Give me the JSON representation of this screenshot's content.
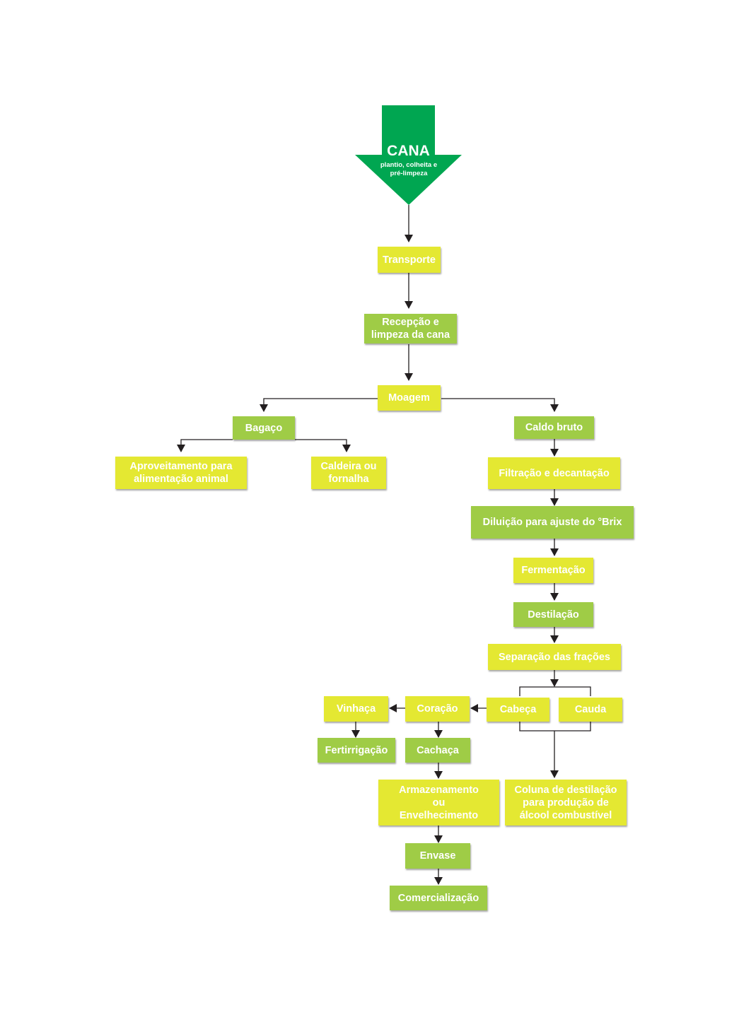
{
  "colors": {
    "arrow_green": "#00a651",
    "box_yellow": "#e4e832",
    "box_green": "#9fcc46",
    "connector": "#231f20",
    "text": "#ffffff"
  },
  "start": {
    "title": "CANA",
    "subtitle": "plantio, colheita e\npré-limpeza"
  },
  "nodes": {
    "transporte": "Transporte",
    "recepcao": "Recepção e\nlimpeza da cana",
    "moagem": "Moagem",
    "bagaco": "Bagaço",
    "aproveitamento": "Aproveitamento para\nalimentação animal",
    "caldeira": "Caldeira ou\nfornalha",
    "caldo_bruto": "Caldo bruto",
    "filtracao": "Filtração e decantação",
    "diluicao": "Diluição para ajuste do °Brix",
    "fermentacao": "Fermentação",
    "destilacao": "Destilação",
    "separacao": "Separação das frações",
    "cabeca": "Cabeça",
    "cauda": "Cauda",
    "coracao": "Coração",
    "vinhaca": "Vinhaça",
    "fertirrigacao": "Fertirrigação",
    "cachaca": "Cachaça",
    "armazenamento": "Armazenamento\nou\nEnvelhecimento",
    "envase": "Envase",
    "comercializacao": "Comercialização",
    "coluna": "Coluna de destilação\npara produção de\nálcool combustível"
  }
}
